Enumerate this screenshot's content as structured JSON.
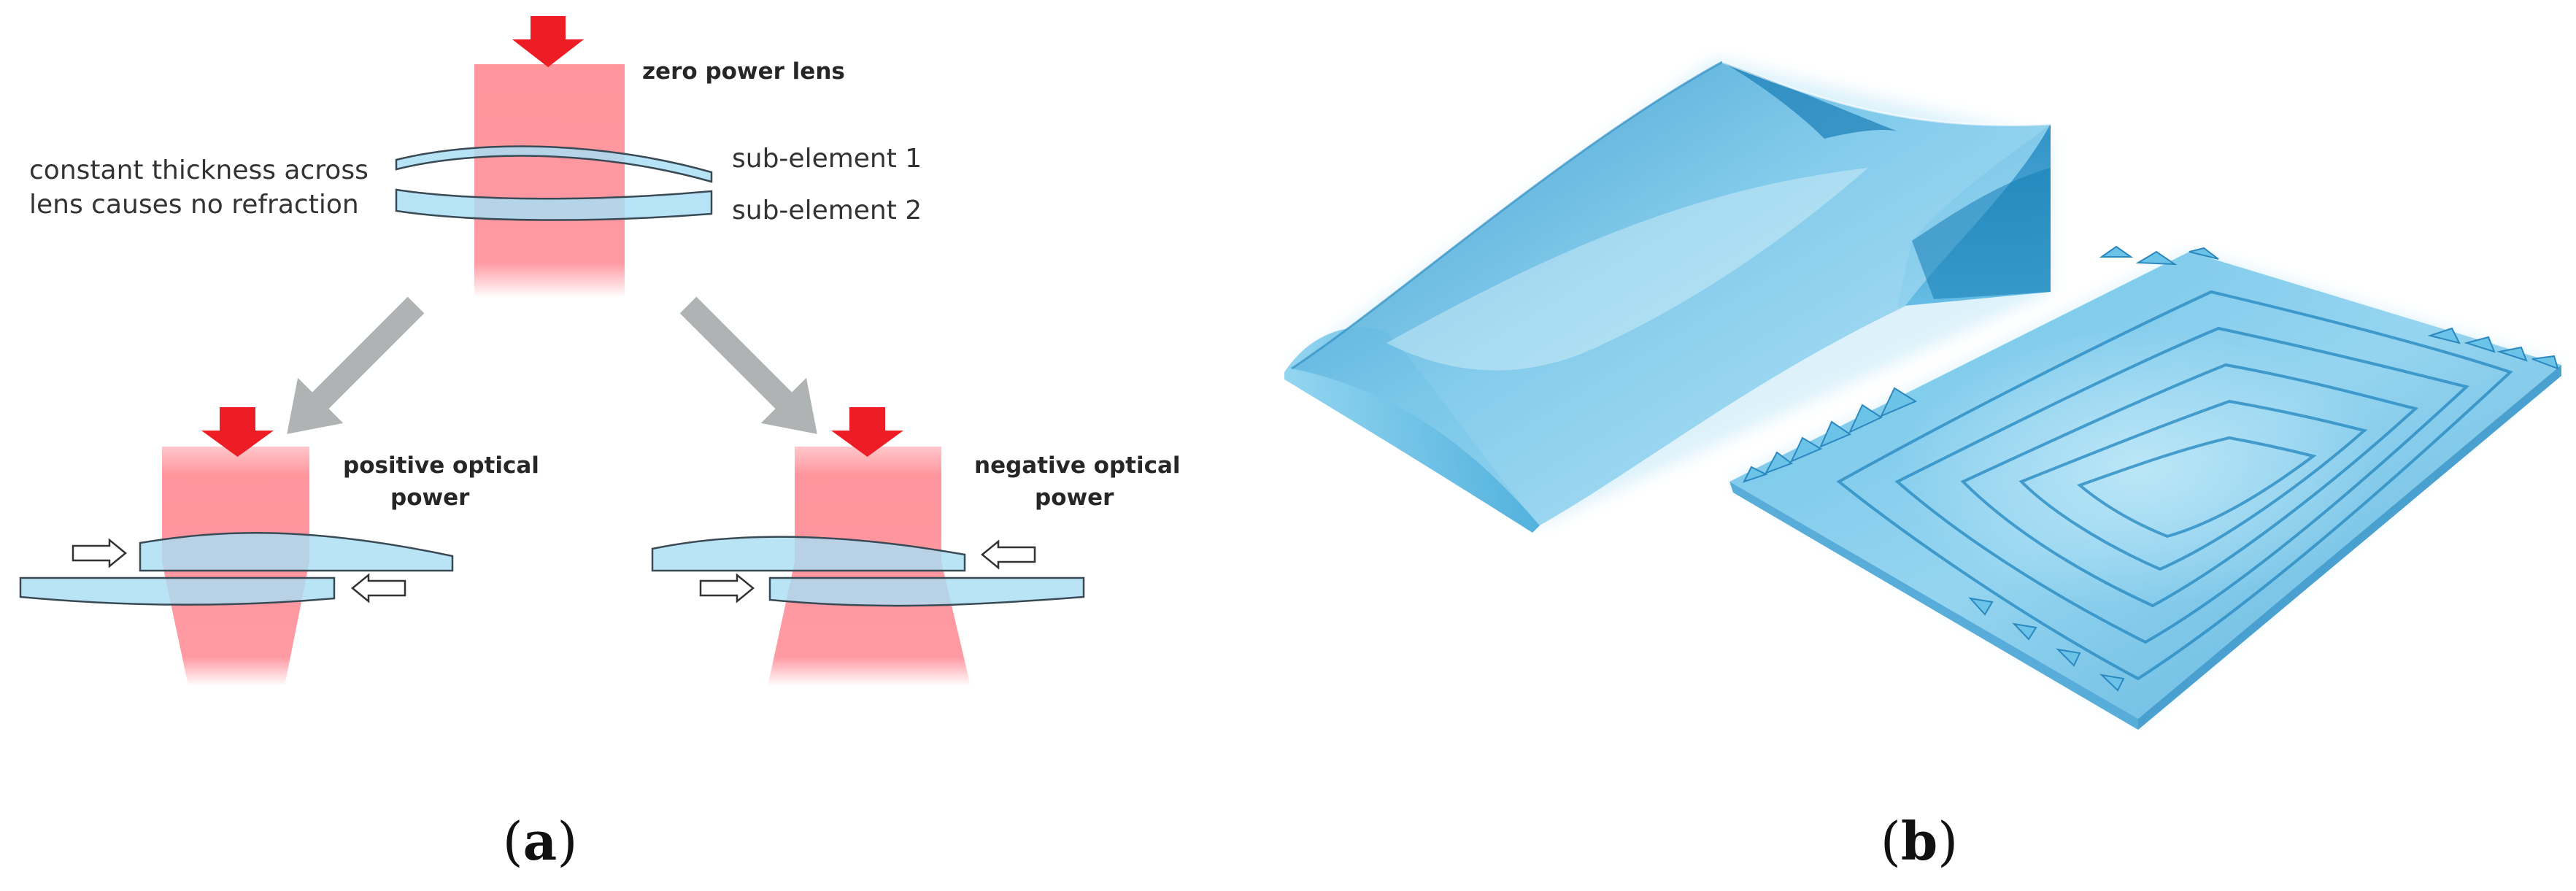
{
  "panel_a": {
    "panel_label_open": "(",
    "panel_label_letter": "a",
    "panel_label_close": ")",
    "top": {
      "title": "zero power lens",
      "note_line1": "constant thickness across",
      "note_line2": "lens causes no refraction",
      "sub_element_1": "sub-element 1",
      "sub_element_2": "sub-element 2"
    },
    "left": {
      "title_line1": "positive optical",
      "title_line2": "power"
    },
    "right": {
      "title_line1": "negative optical",
      "title_line2": "power"
    }
  },
  "panel_b": {
    "panel_label_open": "(",
    "panel_label_letter": "b",
    "panel_label_close": ")"
  },
  "colors": {
    "beam": "#ff6b78",
    "arrow_red": "#ee1c24",
    "lens_fill": "#a9def4",
    "lens_stroke": "#3a4a55",
    "grey_arrow": "#b0b3b3",
    "glass": "#4fb7e2"
  }
}
